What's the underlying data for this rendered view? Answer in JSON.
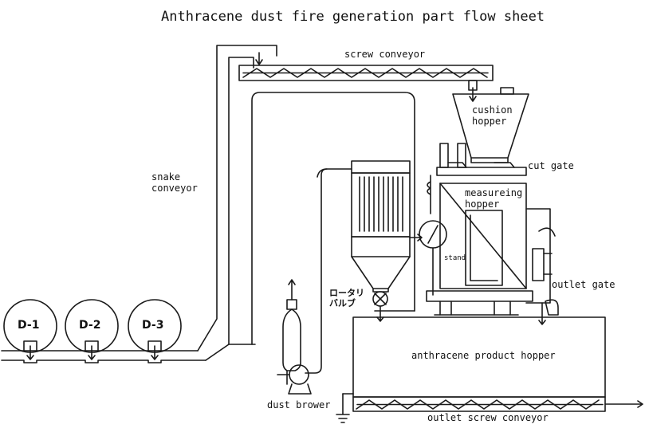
{
  "title": "Anthracene dust fire generation part flow sheet",
  "labels": {
    "screw_conveyor": "screw conveyor",
    "cushion_hopper": "cushion\nhopper",
    "cut_gate": "cut gate",
    "snake_conveyor": "snake\nconveyor",
    "measuring_hopper": "measureing\nhopper",
    "stand": "stand",
    "outlet_gate": "outlet gate",
    "rotary_valve": "ロータリ\nバルブ",
    "product_hopper": "anthracene product hopper",
    "dust_blower": "dust brower",
    "outlet_screw_conveyor": "outlet screw conveyor"
  },
  "tanks": [
    "D-1",
    "D-2",
    "D-3"
  ],
  "colors": {
    "line": "#1a1a1a",
    "background": "#ffffff"
  }
}
